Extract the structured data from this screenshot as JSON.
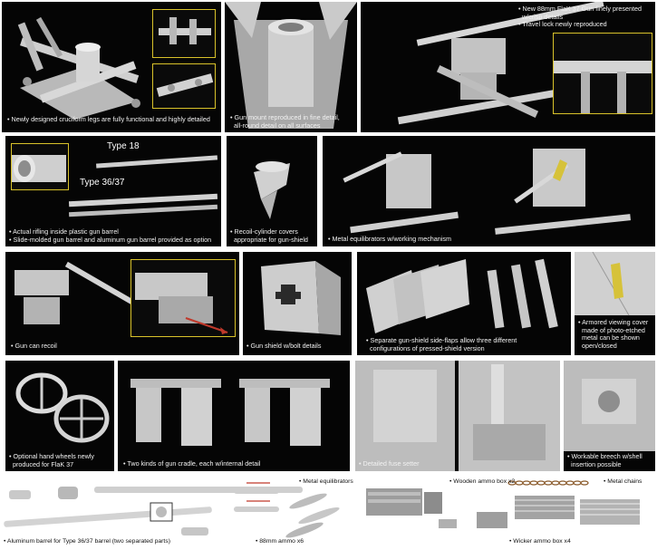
{
  "colors": {
    "panel_bg": "#050505",
    "part_grey": "#c8c8c8",
    "part_light": "#e2e2e2",
    "part_shadow": "#8c8c8c",
    "inset_border": "#d9c22a",
    "arrow_red": "#c0392b"
  },
  "bullet": "•",
  "panels": {
    "p1": {
      "lines": [
        "Newly designed cruciform legs are fully functional and highly detailed"
      ]
    },
    "p2": {
      "lines": [
        "Gun mount reproduced in fine detail,",
        "all-round detail on all surfaces"
      ]
    },
    "p3": {
      "lines": [
        "New 88mm FlaK 37 Gun finely presented",
        "w/crisp details",
        "Travel lock newly reproduced"
      ]
    },
    "p4": {
      "type18": "Type 18",
      "type3637": "Type 36/37",
      "lines": [
        "Actual rifling inside plastic gun barrel",
        "Slide-molded gun barrel and aluminum gun barrel provided as option"
      ]
    },
    "p5": {
      "lines": [
        "Recoil-cylinder covers",
        "appropriate for gun-shield"
      ]
    },
    "p6": {
      "lines": [
        "Metal equilibrators w/working mechanism"
      ]
    },
    "p7": {
      "lines": [
        "Gun can recoil"
      ]
    },
    "p8": {
      "lines": [
        "Gun shield w/bolt details"
      ]
    },
    "p9": {
      "lines": [
        "Separate gun-shield side-flaps allow three different",
        "configurations of pressed-shield version"
      ]
    },
    "p10": {
      "lines": [
        "Armored viewing cover",
        "made of photo-etched",
        "metal can be shown",
        "open/closed"
      ]
    },
    "p11": {
      "lines": [
        "Optional hand wheels newly",
        "produced for FlaK 37"
      ]
    },
    "p12": {
      "lines": [
        "Two kinds of gun cradle, each w/internal detail"
      ]
    },
    "p13": {
      "lines": [
        "Detailed fuse setter"
      ]
    },
    "p14": {
      "lines": [
        "Workable breech w/shell",
        "insertion possible"
      ]
    }
  },
  "parts": {
    "aluminum_barrel": "Aluminum barrel for Type 36/37 barrel (two separated parts)",
    "ammo": "88mm ammo x6",
    "equilibrators": "Metal equilibrators",
    "wooden_box": "Wooden ammo box x2",
    "chains": "Metal chains",
    "wicker_box": "Wicker ammo box x4"
  }
}
